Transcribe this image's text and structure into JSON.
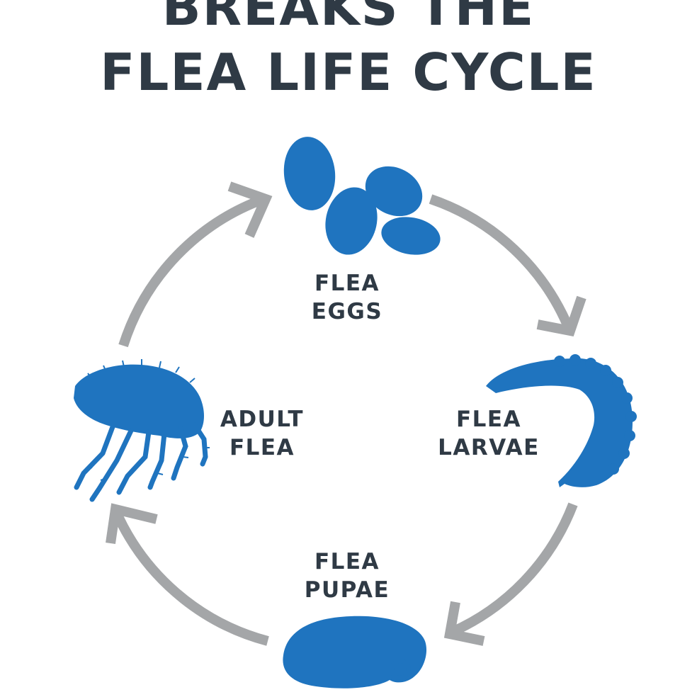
{
  "title": {
    "line1": "BREAKS THE",
    "line2": "FLEA LIFE CYCLE"
  },
  "stages": {
    "eggs": {
      "line1": "FLEA",
      "line2": "EGGS"
    },
    "larvae": {
      "line1": "FLEA",
      "line2": "LARVAE"
    },
    "pupae": {
      "line1": "FLEA",
      "line2": "PUPAE"
    },
    "adult": {
      "line1": "ADULT",
      "line2": "FLEA"
    }
  },
  "colors": {
    "title_text": "#2f3a45",
    "label_text": "#2f3a45",
    "icon_blue": "#1f74bf",
    "cycle_arrow_gray": "#a4a6a8"
  },
  "icons": [
    "flea-eggs-icon",
    "flea-larva-icon",
    "flea-pupa-icon",
    "adult-flea-icon"
  ]
}
